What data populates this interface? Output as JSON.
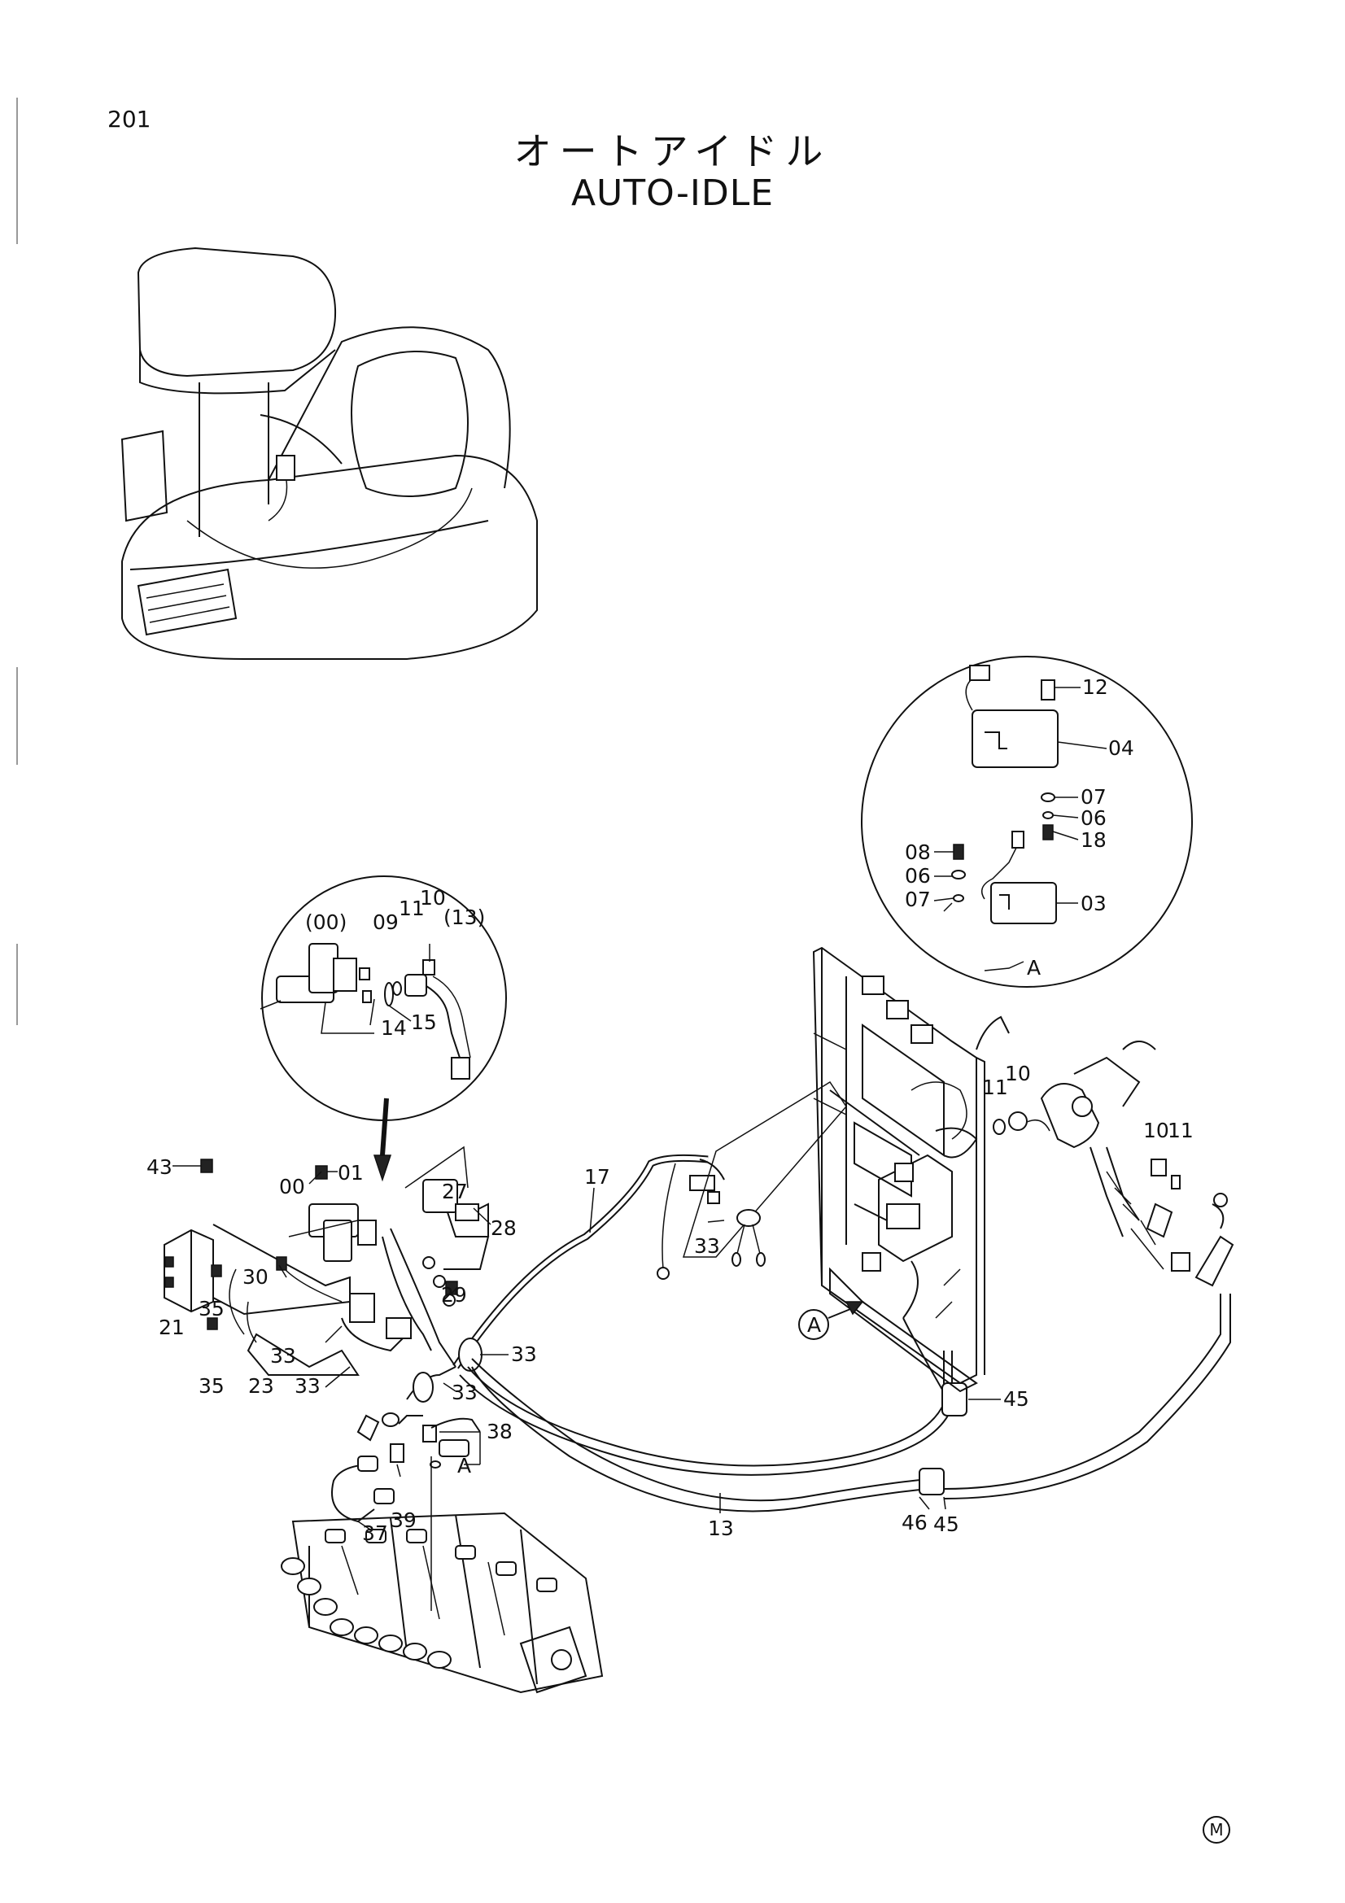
{
  "page_number": "201",
  "title_jp": "オートアイドル",
  "title_en": "AUTO-IDLE",
  "manual_mark": "M",
  "callouts": {
    "c12": "12",
    "c04": "04",
    "c07a": "07",
    "c06a": "06",
    "c18": "18",
    "c08": "08",
    "c06b": "06",
    "c07b": "07",
    "c03": "03",
    "cA_detail": "A",
    "c00p": "(00)",
    "c09": "09",
    "c11a": "11",
    "c10a": "10",
    "c13p": "(13)",
    "c14": "14",
    "c15": "15",
    "c43": "43",
    "c00": "00",
    "c01": "01",
    "c27": "27",
    "c28": "28",
    "c17": "17",
    "c21": "21",
    "c35a": "35",
    "c30": "30",
    "c29": "29",
    "c35b": "35",
    "c23": "23",
    "c33a": "33",
    "c33b": "33",
    "c33c": "33",
    "c33d": "33",
    "c33e": "33",
    "c11b": "11",
    "c10b": "10",
    "c10c": "10",
    "c11c": "11",
    "cA_circle": "A",
    "c45a": "45",
    "c38": "38",
    "cA_ref": "A",
    "c37": "37",
    "c39": "39",
    "c13": "13",
    "c46": "46",
    "c45b": "45"
  }
}
